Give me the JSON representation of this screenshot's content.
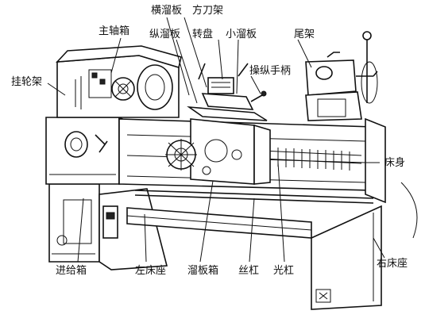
{
  "labels": {
    "heng_liu_ban": "横溜板",
    "fang_dao_jia": "方刀架",
    "zhu_zhou_xiang": "主轴箱",
    "zong_liu_ban": "纵溜板",
    "zhuan_pan": "转盘",
    "xiao_liu_ban": "小溜板",
    "wei_jia": "尾架",
    "gua_lun_jia": "挂轮架",
    "cao_zong_shou_bing": "操纵手柄",
    "chuang_shen": "床身",
    "jin_gei_xiang": "进给箱",
    "zuo_chuang_zuo": "左床座",
    "liu_ban_xiang": "溜板箱",
    "si_gang": "丝杠",
    "guang_gang": "光杠",
    "you_chuang_zuo": "右床座"
  }
}
